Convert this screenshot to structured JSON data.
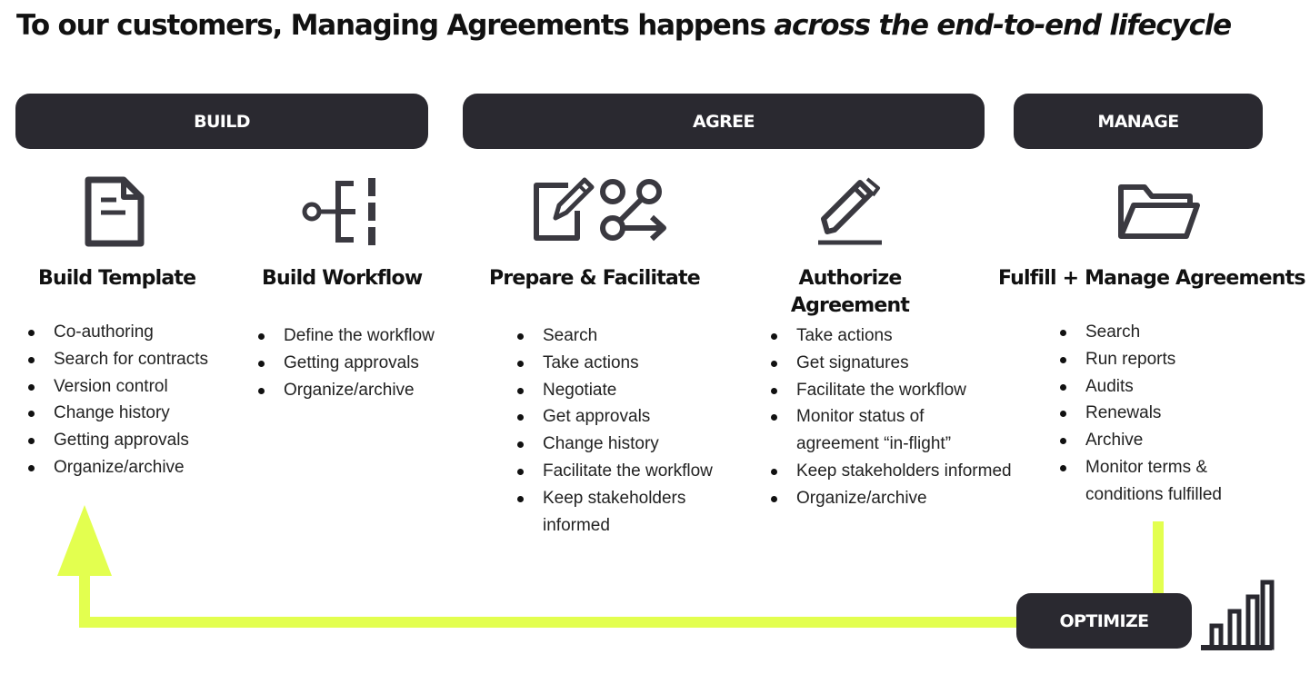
{
  "title": {
    "plain": "To our customers, Managing Agreements happens ",
    "italic": "across the end-to-end lifecycle"
  },
  "phases": {
    "build": "BUILD",
    "agree": "AGREE",
    "manage": "MANAGE",
    "optimize": "OPTIMIZE"
  },
  "columns": {
    "build_template": {
      "title": "Build Template",
      "icon": "document-icon",
      "items": [
        "Co-authoring",
        "Search for contracts",
        "Version control",
        "Change history",
        "Getting approvals",
        "Organize/archive"
      ]
    },
    "build_workflow": {
      "title": "Build Workflow",
      "icon": "workflow-icon",
      "items": [
        "Define the workflow",
        "Getting approvals",
        "Organize/archive"
      ]
    },
    "prepare_facilitate": {
      "title": "Prepare & Facilitate",
      "icon": "edit-document-icon",
      "icon2": "routing-icon",
      "items": [
        "Search",
        "Take actions",
        "Negotiate",
        "Get approvals",
        "Change history",
        "Facilitate the workflow",
        "Keep stakeholders informed"
      ]
    },
    "authorize_agreement": {
      "title_line1": "Authorize",
      "title_line2": "Agreement",
      "icon": "pen-icon",
      "items": [
        "Take actions",
        "Get signatures",
        "Facilitate the workflow",
        "Monitor status of agreement “in-flight”",
        "Keep stakeholders informed",
        "Organize/archive"
      ]
    },
    "fulfill_manage": {
      "title": "Fulfill + Manage Agreements",
      "icon": "folder-icon",
      "items": [
        "Search",
        "Run reports",
        "Audits",
        "Renewals",
        "Archive",
        "Monitor terms & conditions fulfilled"
      ]
    }
  },
  "optimize_icon": "bar-chart-icon",
  "colors": {
    "dark": "#2a2930",
    "accent": "#e3ff4f",
    "icon": "#3a3940"
  }
}
